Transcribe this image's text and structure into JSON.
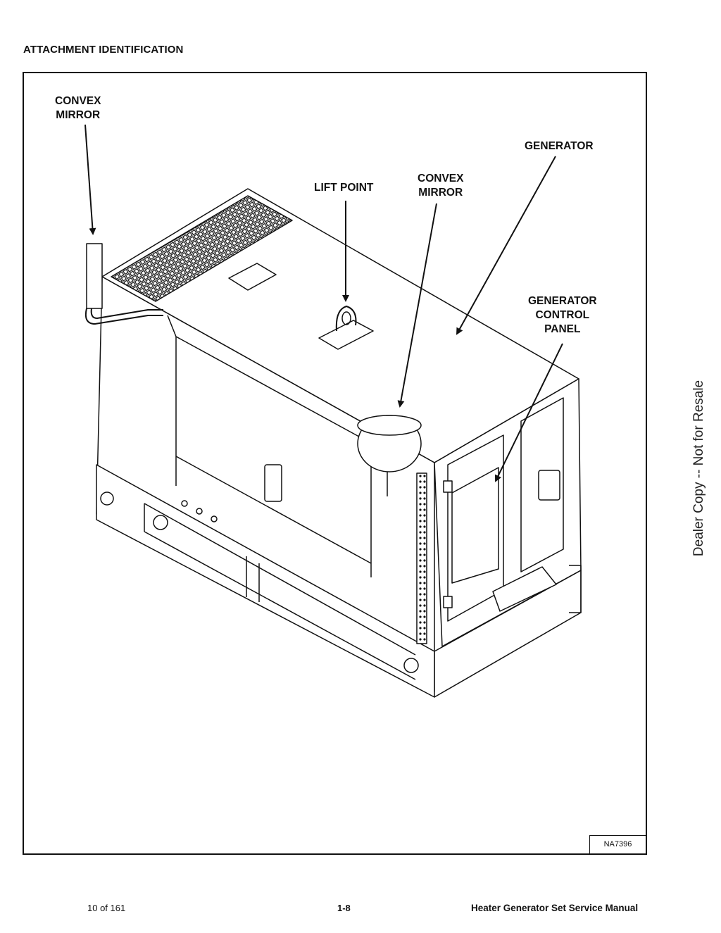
{
  "section_title": "ATTACHMENT IDENTIFICATION",
  "figure": {
    "callouts": {
      "convex_mirror_left": [
        "CONVEX",
        "MIRROR"
      ],
      "lift_point": [
        "LIFT POINT"
      ],
      "convex_mirror_center": [
        "CONVEX",
        "MIRROR"
      ],
      "generator": [
        "GENERATOR"
      ],
      "generator_control_panel": [
        "GENERATOR",
        "CONTROL",
        "PANEL"
      ]
    },
    "figure_id": "NA7396"
  },
  "watermark": "Dealer Copy -- Not for Resale",
  "footer": {
    "page_count": "10 of 161",
    "page_number": "1-8",
    "manual_title": "Heater Generator Set Service Manual"
  }
}
